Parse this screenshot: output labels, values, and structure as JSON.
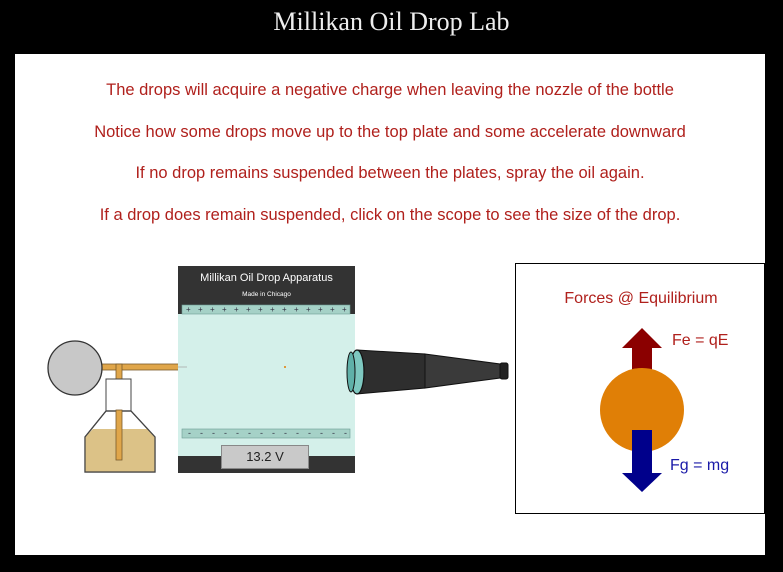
{
  "page": {
    "title": "Millikan Oil Drop Lab"
  },
  "instructions": [
    "The drops will acquire a negative charge when leaving the nozzle of the bottle",
    "Notice how some drops move up to the top plate and some accelerate downward",
    "If no drop remains suspended between the plates, spray the oil again.",
    "If a drop does remain suspended, click on the scope to see the size of the drop."
  ],
  "apparatus": {
    "title": "Millikan Oil Drop Apparatus",
    "subtitle": "Made in Chicago",
    "voltage": "13.2 V",
    "top_plate_charge": "+",
    "bottom_plate_charge": "-"
  },
  "forces": {
    "title": "Forces @ Equilibrium",
    "electric_force": "Fe = qE",
    "gravity_force": "Fg = mg"
  },
  "colors": {
    "instruction_text": "#b0201c",
    "chamber": "#d4f0ea",
    "oil": "#dcc287",
    "drop": "#e07f06",
    "up_arrow": "#8b0000",
    "down_arrow": "#00008b"
  }
}
